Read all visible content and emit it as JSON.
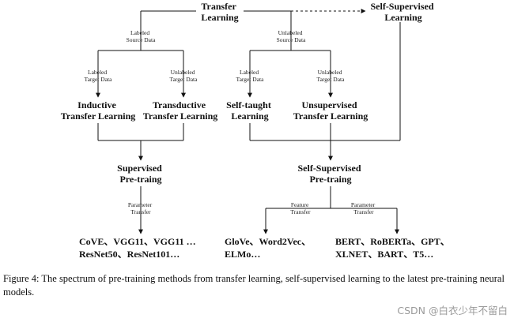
{
  "diagram": {
    "nodes": {
      "transfer_learning": [
        "Transfer",
        "Learning"
      ],
      "self_supervised_learning": [
        "Self-Supervised",
        "Learning"
      ],
      "inductive": [
        "Inductive",
        "Transfer Learning"
      ],
      "transductive": [
        "Transductive",
        "Transfer Learning"
      ],
      "self_taught": [
        "Self-taught",
        "Learning"
      ],
      "unsupervised": [
        "Unsupervised",
        "Transfer Learning"
      ],
      "supervised_pretraining": [
        "Supervised",
        "Pre-traing"
      ],
      "self_supervised_pretraining": [
        "Self-Supervised",
        "Pre-traing"
      ],
      "supervised_models": [
        "CoVE、VGG11、VGG11 …",
        "ResNet50、ResNet101…"
      ],
      "feature_models": [
        "GloVe、Word2Vec、",
        "ELMo…"
      ],
      "parameter_models": [
        "BERT、RoBERTa、GPT、",
        "XLNET、BART、T5…"
      ]
    },
    "edge_labels": {
      "labeled_source": [
        "Labeled",
        "Source Data"
      ],
      "unlabeled_source": [
        "Unlabeled",
        "Source Data"
      ],
      "labeled_target_1": [
        "Labeled",
        "Target Data"
      ],
      "unlabeled_target_1": [
        "Unlabeled",
        "Target Data"
      ],
      "labeled_target_2": [
        "Labeled",
        "Target Data"
      ],
      "unlabeled_target_2": [
        "Unlabeled",
        "Target Data"
      ],
      "parameter_transfer_1": [
        "Parameter",
        "Transfer"
      ],
      "feature_transfer": [
        "Feature",
        "Transfer"
      ],
      "parameter_transfer_2": [
        "Parameter",
        "Transfer"
      ]
    }
  },
  "caption": "Figure 4: The spectrum of pre-training methods from transfer learning, self-supervised learning to the latest pre-training neural models.",
  "watermark": "CSDN @白衣少年不留白"
}
